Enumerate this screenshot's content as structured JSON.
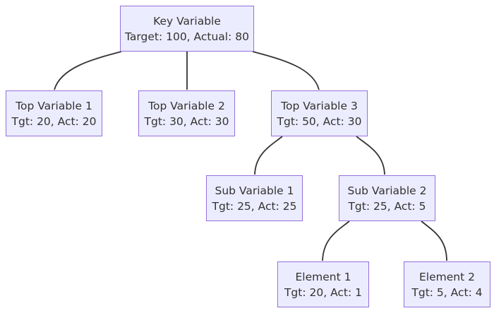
{
  "diagram": {
    "type": "flowchart-tree",
    "colors": {
      "background": "#FFFFFF",
      "node_fill": "#ECECFF",
      "node_border": "#9370DB",
      "edge": "#333333",
      "text": "#333333"
    },
    "nodes": [
      {
        "id": "root",
        "title": "Key Variable",
        "detail": "Target: 100, Actual: 80"
      },
      {
        "id": "top1",
        "title": "Top Variable 1",
        "detail": "Tgt: 20, Act: 20"
      },
      {
        "id": "top2",
        "title": "Top Variable 2",
        "detail": "Tgt: 30, Act: 30"
      },
      {
        "id": "top3",
        "title": "Top Variable 3",
        "detail": "Tgt: 50, Act: 30"
      },
      {
        "id": "sub1",
        "title": "Sub Variable 1",
        "detail": "Tgt: 25, Act: 25"
      },
      {
        "id": "sub2",
        "title": "Sub Variable 2",
        "detail": "Tgt: 25, Act: 5"
      },
      {
        "id": "el1",
        "title": "Element 1",
        "detail": "Tgt: 20, Act: 1"
      },
      {
        "id": "el2",
        "title": "Element 2",
        "detail": "Tgt: 5, Act: 4"
      }
    ],
    "edges": [
      {
        "from": "Key Variable",
        "to": "Top Variable 1"
      },
      {
        "from": "Key Variable",
        "to": "Top Variable 2"
      },
      {
        "from": "Key Variable",
        "to": "Top Variable 3"
      },
      {
        "from": "Top Variable 3",
        "to": "Sub Variable 1"
      },
      {
        "from": "Top Variable 3",
        "to": "Sub Variable 2"
      },
      {
        "from": "Sub Variable 2",
        "to": "Element 1"
      },
      {
        "from": "Sub Variable 2",
        "to": "Element 2"
      }
    ]
  }
}
